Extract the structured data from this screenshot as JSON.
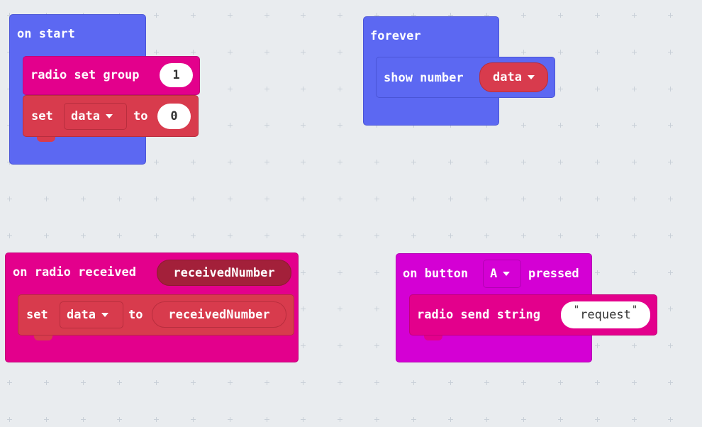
{
  "workspace": {
    "on_start": {
      "hat": "on start",
      "radio_set_group": {
        "label": "radio set group",
        "value": "1"
      },
      "set_block": {
        "set": "set",
        "var": "data",
        "to": "to",
        "value": "0"
      }
    },
    "forever": {
      "hat": "forever",
      "show_number": {
        "label": "show number",
        "var": "data"
      }
    },
    "on_radio_received": {
      "hat": "on radio received",
      "param": "receivedNumber",
      "set_block": {
        "set": "set",
        "var": "data",
        "to": "to",
        "value": "receivedNumber"
      }
    },
    "on_button_pressed": {
      "hat_prefix": "on button",
      "button": "A",
      "hat_suffix": "pressed",
      "send_string": {
        "label": "radio send string",
        "value": "request"
      }
    }
  },
  "colors": {
    "basic": "#5c68f2",
    "radio": "#e3008c",
    "variables": "#d83b4d",
    "input": "#e0167a",
    "background": "#e9ecef"
  }
}
